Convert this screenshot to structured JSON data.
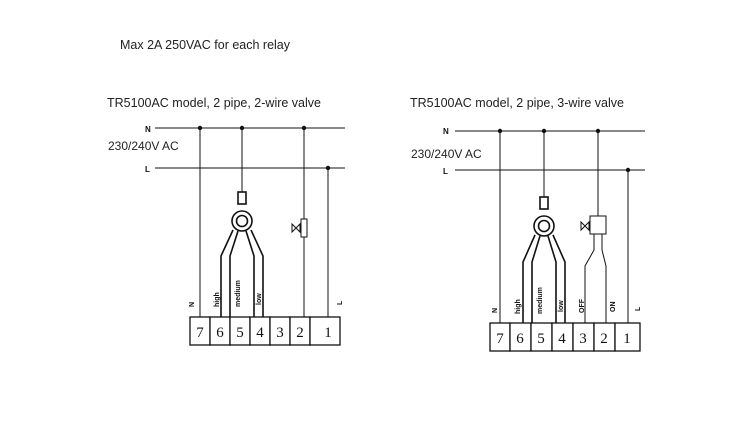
{
  "header": {
    "note": "Max  2A  250VAC for each relay"
  },
  "diagrams": [
    {
      "title": "TR5100AC model, 2 pipe, 2-wire valve",
      "line_n": "N",
      "line_l": "L",
      "supply": "230/240V AC",
      "labels": {
        "n": "N",
        "high": "high",
        "medium": "medium",
        "low": "low",
        "l": "L"
      },
      "terminals": [
        "7",
        "6",
        "5",
        "4",
        "3",
        "2",
        "1"
      ]
    },
    {
      "title": "TR5100AC model, 2 pipe, 3-wire valve",
      "line_n": "N",
      "line_l": "L",
      "supply": "230/240V AC",
      "labels": {
        "n": "N",
        "high": "high",
        "medium": "medium",
        "low": "low",
        "off": "OFF",
        "on": "ON",
        "l": "L"
      },
      "terminals": [
        "7",
        "6",
        "5",
        "4",
        "3",
        "2",
        "1"
      ]
    }
  ],
  "icons": [
    "fan-motor-icon",
    "valve-icon"
  ]
}
